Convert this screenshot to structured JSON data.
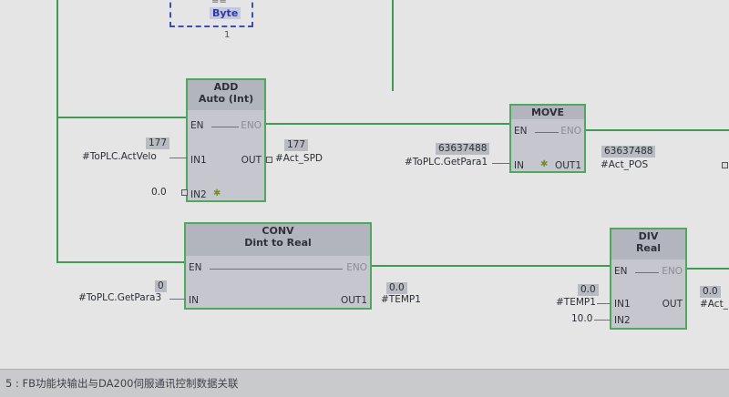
{
  "top_compare": {
    "op_label": "==",
    "type_label": "Byte",
    "index": "1"
  },
  "add_block": {
    "title": "ADD",
    "subtitle": "Auto (Int)",
    "pins": {
      "en": "EN",
      "eno": "ENO",
      "in1": "IN1",
      "in2": "IN2",
      "out": "OUT"
    },
    "in1_value": "177",
    "in1_var": "#ToPLC.ActVelo",
    "in2_value": "0.0",
    "out_value": "177",
    "out_var": "#Act_SPD"
  },
  "move_block": {
    "title": "MOVE",
    "pins": {
      "en": "EN",
      "eno": "ENO",
      "in": "IN",
      "out1": "OUT1"
    },
    "in_value": "63637488",
    "in_var": "#ToPLC.GetPara1",
    "out_value": "63637488",
    "out_var": "#Act_POS"
  },
  "conv_block": {
    "title": "CONV",
    "subtitle": "Dint  to  Real",
    "pins": {
      "en": "EN",
      "eno": "ENO",
      "in": "IN",
      "out1": "OUT1"
    },
    "in_value": "0",
    "in_var": "#ToPLC.GetPara3",
    "out_value": "0.0",
    "out_var": "#TEMP1"
  },
  "div_block": {
    "title": "DIV",
    "subtitle": "Real",
    "pins": {
      "en": "EN",
      "eno": "ENO",
      "in1": "IN1",
      "in2": "IN2",
      "out": "OUT"
    },
    "in1_value": "0.0",
    "in1_var": "#TEMP1",
    "in2_value": "10.0",
    "out_value": "0.0",
    "out_var": "#Act_"
  },
  "status_bar": {
    "text": "5 :    FB功能块输出与DA200伺服通讯控制数据关联"
  },
  "colors": {
    "wire": "#3f9a52",
    "block_fill": "#c6c7ce",
    "dash_box": "#3b4fb8"
  }
}
